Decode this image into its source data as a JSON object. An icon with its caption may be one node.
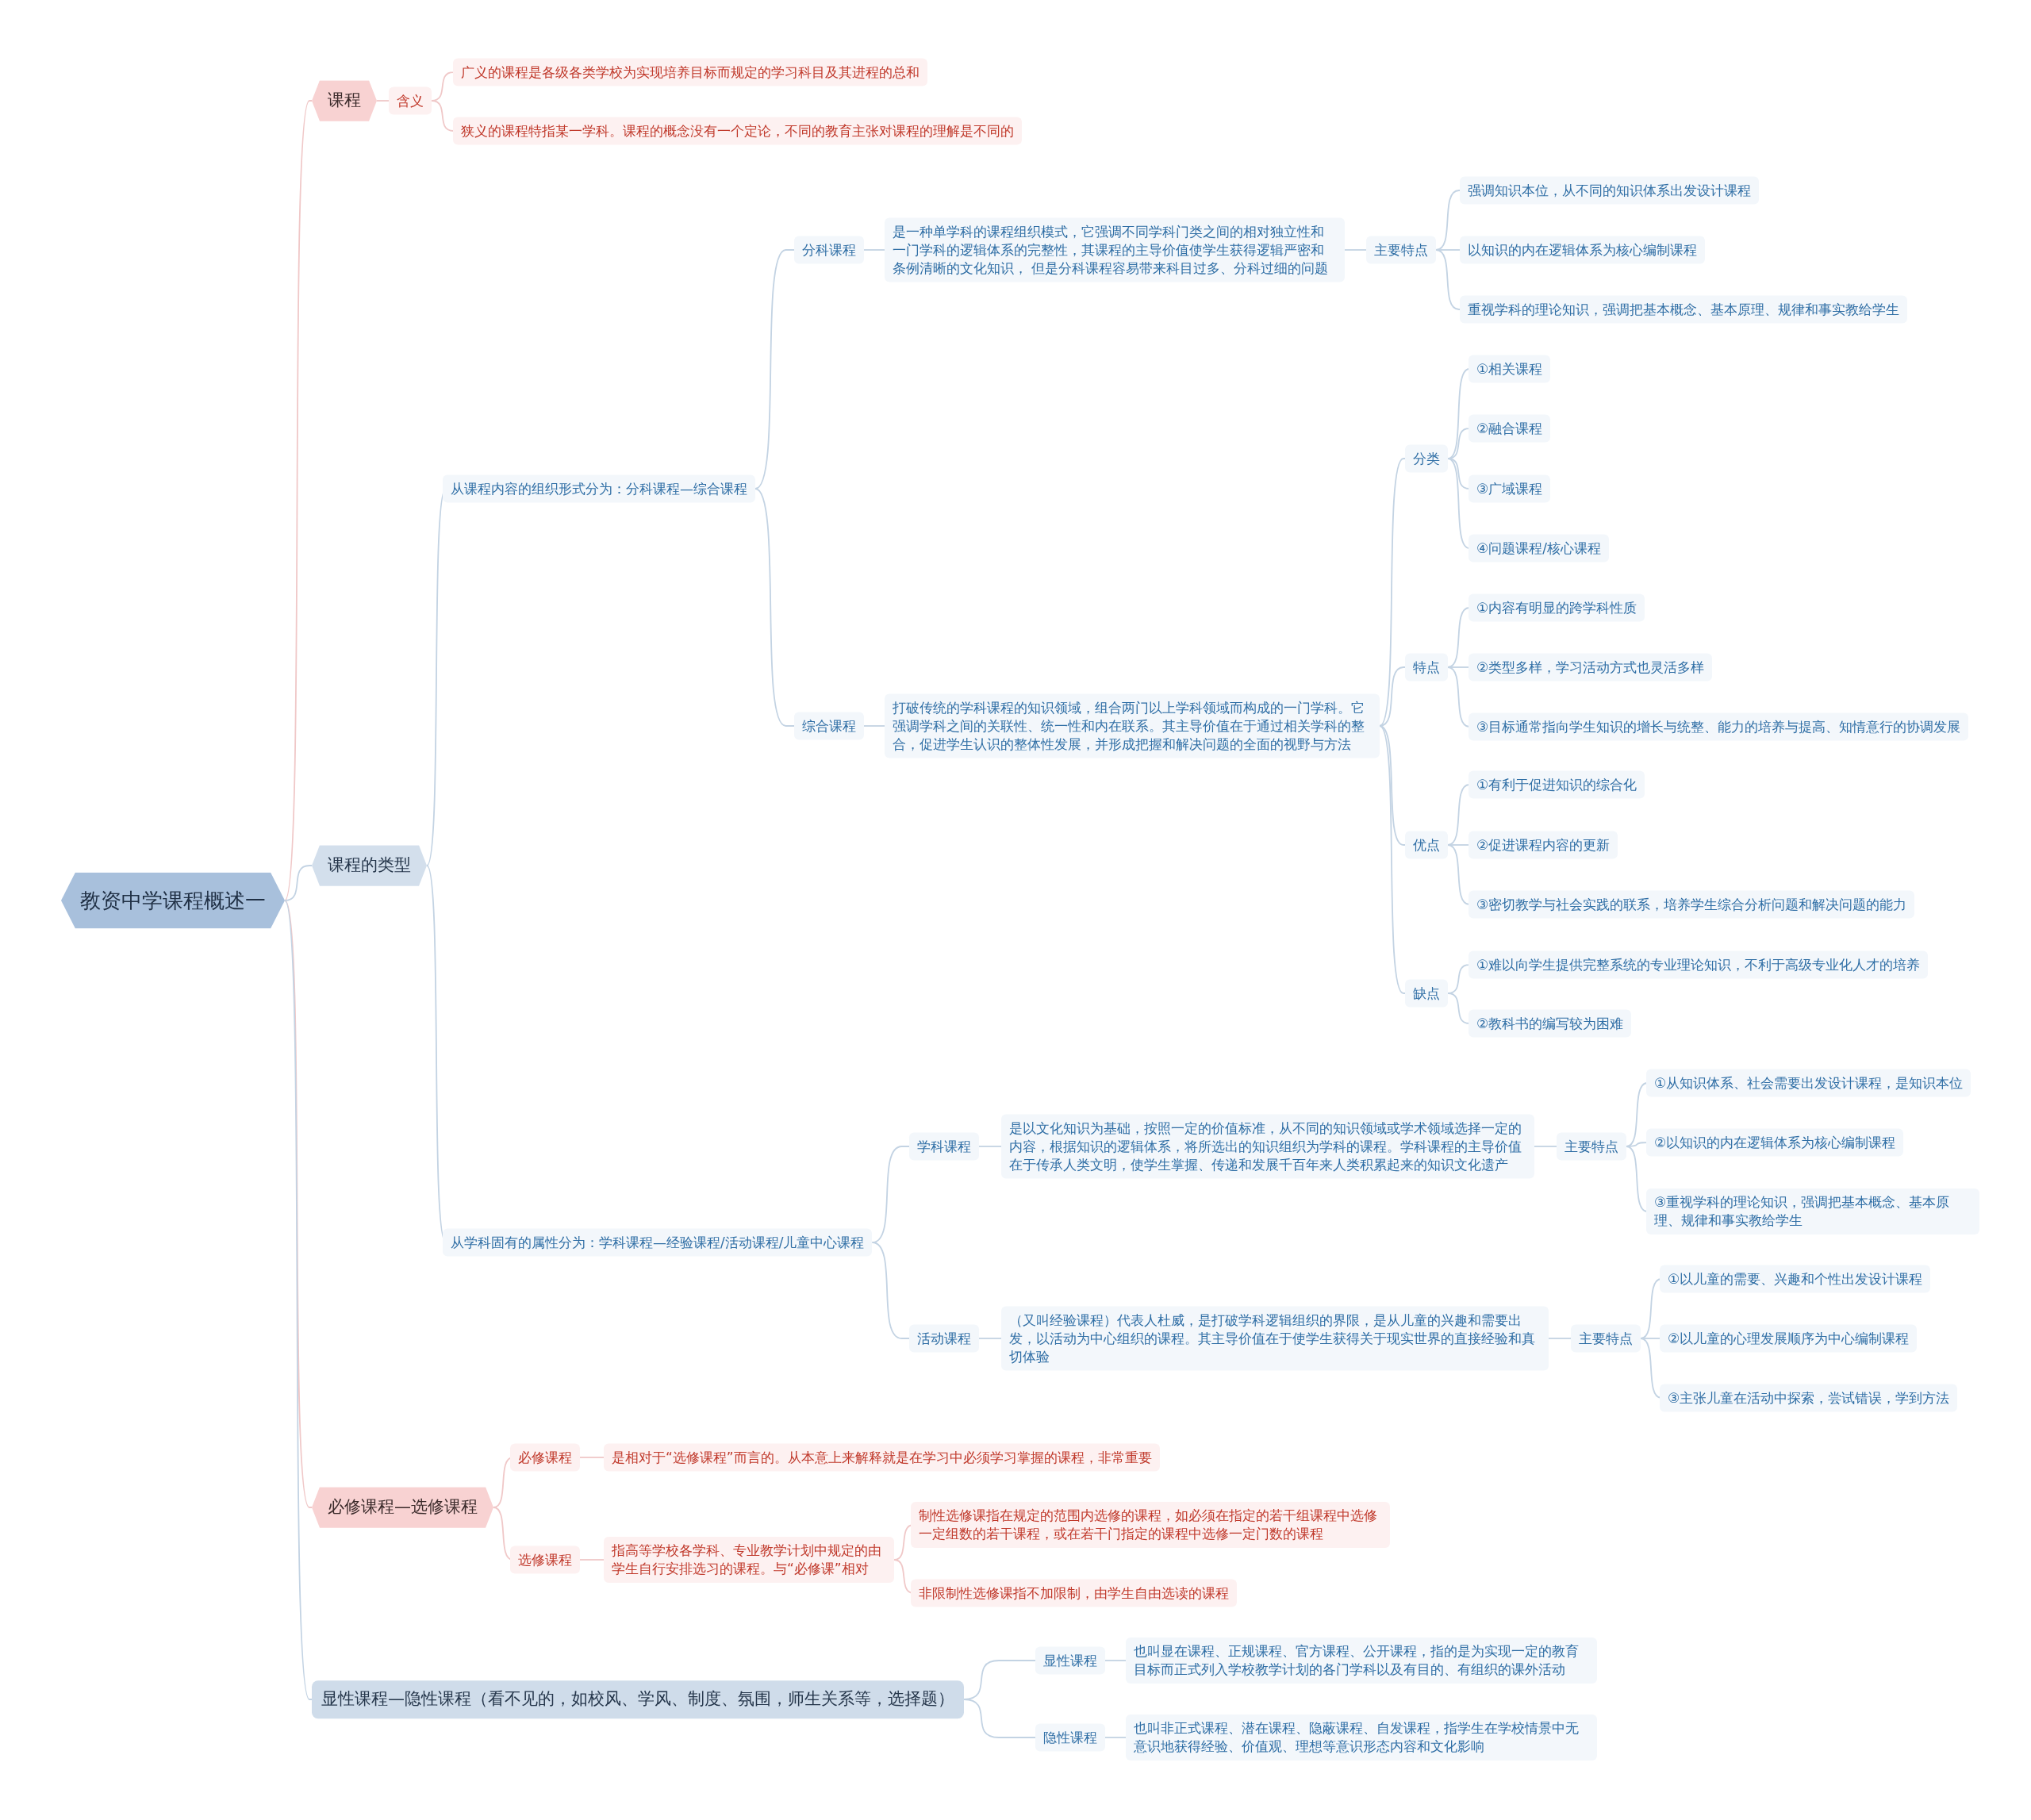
{
  "diagram": {
    "nodes": [
      {
        "text": [
          "教资中学课程概述一"
        ]
      },
      {
        "text": [
          "课程"
        ]
      },
      {
        "text": [
          "含义"
        ]
      },
      {
        "text": [
          "广义的课程是各级各类学校为实现培养目标而规定的学习科目及其进程的总和"
        ]
      },
      {
        "text": [
          "狭义的课程特指某一学科。课程的概念没有一个定论，不同的教育主张对课程的理解是不同的"
        ]
      },
      {
        "text": [
          "课程的类型"
        ]
      },
      {
        "text": [
          "从课程内容的组织形式分为：分科课程—综合课程"
        ]
      },
      {
        "text": [
          "分科课程"
        ]
      },
      {
        "text": [
          "是一种单学科的课程组织模式，它强调不同学科门类之间的相对独立性和一门学科的逻辑体系的完整性，其课程的主导价值使学生获得逻辑严密和条例清晰的文化知识， 但是分科课程容易带来科目过多、分科过细的问题"
        ]
      },
      {
        "text": [
          "主要特点"
        ]
      },
      {
        "text": [
          "强调知识本位，从不同的知识体系出发设计课程"
        ]
      },
      {
        "text": [
          "以知识的内在逻辑体系为核心编制课程"
        ]
      },
      {
        "text": [
          "重视学科的理论知识，强调把基本概念、基本原理、规律和事实教给学生"
        ]
      },
      {
        "text": [
          "综合课程"
        ]
      },
      {
        "text": [
          "打破传统的学科课程的知识领域，组合两门以上学科领域而构成的一门学科。它强调学科之间的关联性、统一性和内在联系。其主导价值在于通过相关学科的整合，促进学生认识的整体性发展，并形成把握和解决问题的全面的视野与方法"
        ]
      },
      {
        "text": [
          "分类"
        ]
      },
      {
        "text": [
          "①相关课程"
        ]
      },
      {
        "text": [
          "②融合课程"
        ]
      },
      {
        "text": [
          "③广域课程"
        ]
      },
      {
        "text": [
          "④问题课程/核心课程"
        ]
      },
      {
        "text": [
          "特点"
        ]
      },
      {
        "text": [
          "①内容有明显的跨学科性质"
        ]
      },
      {
        "text": [
          "②类型多样，学习活动方式也灵活多样"
        ]
      },
      {
        "text": [
          "③目标通常指向学生知识的增长与统整、能力的培养与提高、知情意行的协调发展"
        ]
      },
      {
        "text": [
          "优点"
        ]
      },
      {
        "text": [
          "①有利于促进知识的综合化"
        ]
      },
      {
        "text": [
          "②促进课程内容的更新"
        ]
      },
      {
        "text": [
          "③密切教学与社会实践的联系，培养学生综合分析问题和解决问题的能力"
        ]
      },
      {
        "text": [
          "缺点"
        ]
      },
      {
        "text": [
          "①难以向学生提供完整系统的专业理论知识，不利于高级专业化人才的培养"
        ]
      },
      {
        "text": [
          "②教科书的编写较为困难"
        ]
      },
      {
        "text": [
          "从学科固有的属性分为：学科课程—经验课程/活动课程/儿童中心课程"
        ]
      },
      {
        "text": [
          "学科课程"
        ]
      },
      {
        "text": [
          "是以文化知识为基础，按照一定的价值标准，从不同的知识领域或学术领域选择一定的内容，根据知识的逻辑体系，将所选出的知识组织为学科的课程。学科课程的主导价值在于传承人类文明，使学生掌握、传递和发展千百年来人类积累起来的知识文化遗产"
        ]
      },
      {
        "text": [
          "主要特点"
        ]
      },
      {
        "text": [
          "①从知识体系、社会需要出发设计课程，是知识本位"
        ]
      },
      {
        "text": [
          "②以知识的内在逻辑体系为核心编制课程"
        ]
      },
      {
        "text": [
          "③重视学科的理论知识，强调把基本概念、基本原理、规律和事实教给学生"
        ]
      },
      {
        "text": [
          "活动课程"
        ]
      },
      {
        "text": [
          "（又叫经验课程）代表人杜威，是打破学科逻辑组织的界限，是从儿童的兴趣和需要出发，以活动为中心组织的课程。其主导价值在于使学生获得关于现实世界的直接经验和真切体验"
        ]
      },
      {
        "text": [
          "主要特点"
        ]
      },
      {
        "text": [
          "①以儿童的需要、兴趣和个性出发设计课程"
        ]
      },
      {
        "text": [
          "②以儿童的心理发展顺序为中心编制课程"
        ]
      },
      {
        "text": [
          "③主张儿童在活动中探索，尝试错误，学到方法"
        ]
      },
      {
        "text": [
          "必修课程—选修课程"
        ]
      },
      {
        "text": [
          "必修课程"
        ]
      },
      {
        "text": [
          "是相对于“选修课程”而言的。从本意上来解释就是在学习中必须学习掌握的课程，非常重要"
        ]
      },
      {
        "text": [
          "选修课程"
        ]
      },
      {
        "text": [
          "指高等学校各学科、专业教学计划中规定的由学生自行安排选习的课程。与“必修课”相对"
        ]
      },
      {
        "text": [
          "制性选修课指在规定的范围内选修的课程，如必须在指定的若干组课程中选修一定组数的若干课程，或在若干门指定的课程中选修一定门数的课程"
        ]
      },
      {
        "text": [
          "非限制性选修课指不加限制，由学生自由选读的课程"
        ]
      },
      {
        "text": [
          "显性课程—隐性课程（看不见的，如校风、学风、制度、氛围，师生关系等，选择题）"
        ]
      },
      {
        "text": [
          "显性课程"
        ]
      },
      {
        "text": [
          "也叫显在课程、正规课程、官方课程、公开课程，指的是为实现一定的教育目标而正式列入学校教学计划的各门学科以及有目的、有组织的课外活动"
        ]
      },
      {
        "text": [
          "隐性课程"
        ]
      },
      {
        "text": [
          "也叫非正式课程、潜在课程、隐蔽课程、自发课程，指学生在学校情景中无意识地获得经验、价值观、理想等意识形态内容和文化影响"
        ]
      }
    ],
    "edges": [
      {
        "from": 0,
        "to": 1,
        "arrow": "none",
        "color": "#f0c8c8"
      },
      {
        "from": 0,
        "to": 5,
        "arrow": "none"
      },
      {
        "from": 0,
        "to": 44,
        "arrow": "none",
        "color": "#f0c8c8"
      },
      {
        "from": 0,
        "to": 51,
        "arrow": "none"
      },
      {
        "from": 1,
        "to": 2,
        "arrow": "none",
        "color": "#f0c8c8"
      },
      {
        "from": 2,
        "to": 3,
        "arrow": "none",
        "color": "#f0c8c8"
      },
      {
        "from": 2,
        "to": 4,
        "arrow": "none",
        "color": "#f0c8c8"
      },
      {
        "from": 5,
        "to": 6,
        "arrow": "none"
      },
      {
        "from": 5,
        "to": 31,
        "arrow": "none"
      },
      {
        "from": 6,
        "to": 7,
        "arrow": "none"
      },
      {
        "from": 6,
        "to": 13,
        "arrow": "none"
      },
      {
        "from": 7,
        "to": 8,
        "arrow": "none"
      },
      {
        "from": 8,
        "to": 9,
        "arrow": "none"
      },
      {
        "from": 9,
        "to": 10,
        "arrow": "none"
      },
      {
        "from": 9,
        "to": 11,
        "arrow": "none"
      },
      {
        "from": 9,
        "to": 12,
        "arrow": "none"
      },
      {
        "from": 13,
        "to": 14,
        "arrow": "none"
      },
      {
        "from": 14,
        "to": 15,
        "arrow": "none"
      },
      {
        "from": 14,
        "to": 20,
        "arrow": "none"
      },
      {
        "from": 14,
        "to": 24,
        "arrow": "none"
      },
      {
        "from": 14,
        "to": 28,
        "arrow": "none"
      },
      {
        "from": 15,
        "to": 16,
        "arrow": "none"
      },
      {
        "from": 15,
        "to": 17,
        "arrow": "none"
      },
      {
        "from": 15,
        "to": 18,
        "arrow": "none"
      },
      {
        "from": 15,
        "to": 19,
        "arrow": "none"
      },
      {
        "from": 20,
        "to": 21,
        "arrow": "none"
      },
      {
        "from": 20,
        "to": 22,
        "arrow": "none"
      },
      {
        "from": 20,
        "to": 23,
        "arrow": "none"
      },
      {
        "from": 24,
        "to": 25,
        "arrow": "none"
      },
      {
        "from": 24,
        "to": 26,
        "arrow": "none"
      },
      {
        "from": 24,
        "to": 27,
        "arrow": "none"
      },
      {
        "from": 28,
        "to": 29,
        "arrow": "none"
      },
      {
        "from": 28,
        "to": 30,
        "arrow": "none"
      },
      {
        "from": 31,
        "to": 32,
        "arrow": "none"
      },
      {
        "from": 31,
        "to": 38,
        "arrow": "none"
      },
      {
        "from": 32,
        "to": 33,
        "arrow": "none"
      },
      {
        "from": 33,
        "to": 34,
        "arrow": "none"
      },
      {
        "from": 34,
        "to": 35,
        "arrow": "none"
      },
      {
        "from": 34,
        "to": 36,
        "arrow": "none"
      },
      {
        "from": 34,
        "to": 37,
        "arrow": "none"
      },
      {
        "from": 38,
        "to": 39,
        "arrow": "none"
      },
      {
        "from": 39,
        "to": 40,
        "arrow": "none"
      },
      {
        "from": 40,
        "to": 41,
        "arrow": "none"
      },
      {
        "from": 40,
        "to": 42,
        "arrow": "none"
      },
      {
        "from": 40,
        "to": 43,
        "arrow": "none"
      },
      {
        "from": 44,
        "to": 45,
        "arrow": "none",
        "color": "#f0c8c8"
      },
      {
        "from": 44,
        "to": 47,
        "arrow": "none",
        "color": "#f0c8c8"
      },
      {
        "from": 45,
        "to": 46,
        "arrow": "none",
        "color": "#f0c8c8"
      },
      {
        "from": 47,
        "to": 48,
        "arrow": "none",
        "color": "#f0c8c8"
      },
      {
        "from": 48,
        "to": 49,
        "arrow": "none",
        "color": "#f0c8c8"
      },
      {
        "from": 48,
        "to": 50,
        "arrow": "none",
        "color": "#f0c8c8"
      },
      {
        "from": 51,
        "to": 52,
        "arrow": "none"
      },
      {
        "from": 51,
        "to": 54,
        "arrow": "none"
      },
      {
        "from": 52,
        "to": 53,
        "arrow": "none"
      },
      {
        "from": 54,
        "to": 55,
        "arrow": "none"
      }
    ]
  }
}
